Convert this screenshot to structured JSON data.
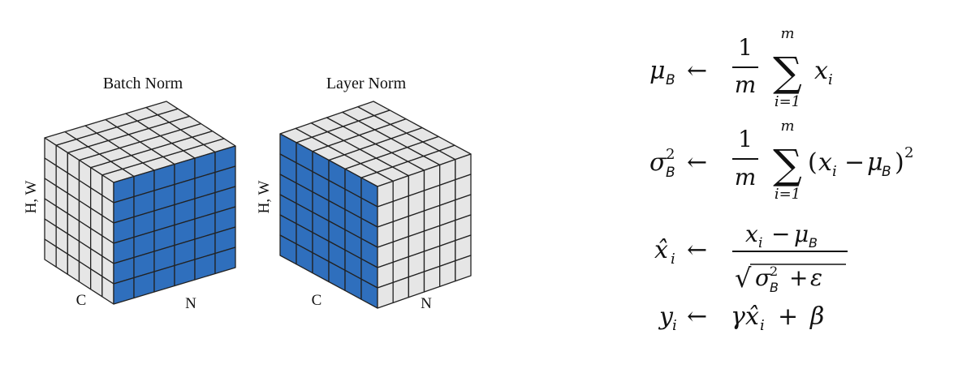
{
  "diagrams": [
    {
      "title": "Batch Norm",
      "axis_hw": "H, W",
      "axis_c": "C",
      "axis_n": "N",
      "highlight": "front-face"
    },
    {
      "title": "Layer Norm",
      "axis_hw": "H, W",
      "axis_c": "C",
      "axis_n": "N",
      "highlight": "left-face"
    }
  ],
  "colors": {
    "highlight": "#2f6fbd",
    "cube_face": "#e6e6e6",
    "grid_line": "#222222"
  },
  "grid_size": 6,
  "equations": {
    "eq1": {
      "lhs": "μ",
      "lhs_sub": "B",
      "arrow": "←",
      "frac_num": "1",
      "frac_den": "m",
      "sum_top": "m",
      "sum": "∑",
      "sum_bottom": "i=1",
      "body": "x",
      "body_sub": "i"
    },
    "eq2": {
      "lhs": "σ",
      "lhs_sup": "2",
      "lhs_sub": "B",
      "arrow": "←",
      "frac_num": "1",
      "frac_den": "m",
      "sum_top": "m",
      "sum": "∑",
      "sum_bottom": "i=1",
      "body_open": "(",
      "body_x": "x",
      "body_x_sub": "i",
      "body_minus": "−",
      "body_mu": "μ",
      "body_mu_sub": "B",
      "body_close": ")",
      "body_sup": "2"
    },
    "eq3": {
      "lhs": "x̂",
      "lhs_sub": "i",
      "arrow": "←",
      "num_x": "x",
      "num_x_sub": "i",
      "num_minus": "−",
      "num_mu": "μ",
      "num_mu_sub": "B",
      "den_sigma": "σ",
      "den_sup": "2",
      "den_sub": "B",
      "den_plus": "+",
      "den_eps": "ε",
      "sqrt": "√"
    },
    "eq4": {
      "lhs": "y",
      "lhs_sub": "i",
      "arrow": "←",
      "gamma": "γ",
      "xhat": "x̂",
      "xhat_sub": "i",
      "plus": "+",
      "beta": "β"
    }
  }
}
